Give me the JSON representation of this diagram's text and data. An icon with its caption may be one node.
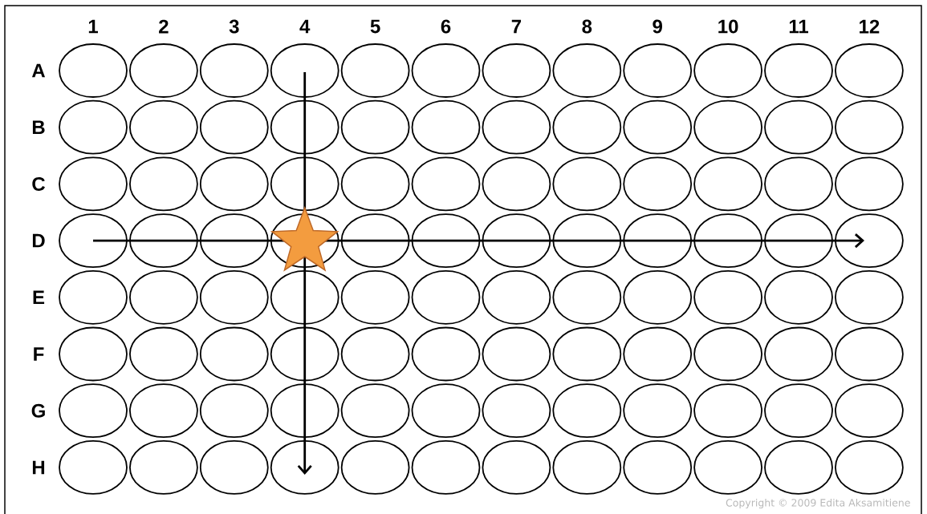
{
  "diagram": {
    "labels": [
      "1",
      "2",
      "3",
      "4",
      "5",
      "6",
      "7",
      "8",
      "9",
      "10",
      "11",
      "12",
      "A",
      "B",
      "C",
      "D",
      "E",
      "F",
      "G",
      "H",
      "Copyright © 2009 Edita Aksamitiene"
    ]
  }
}
